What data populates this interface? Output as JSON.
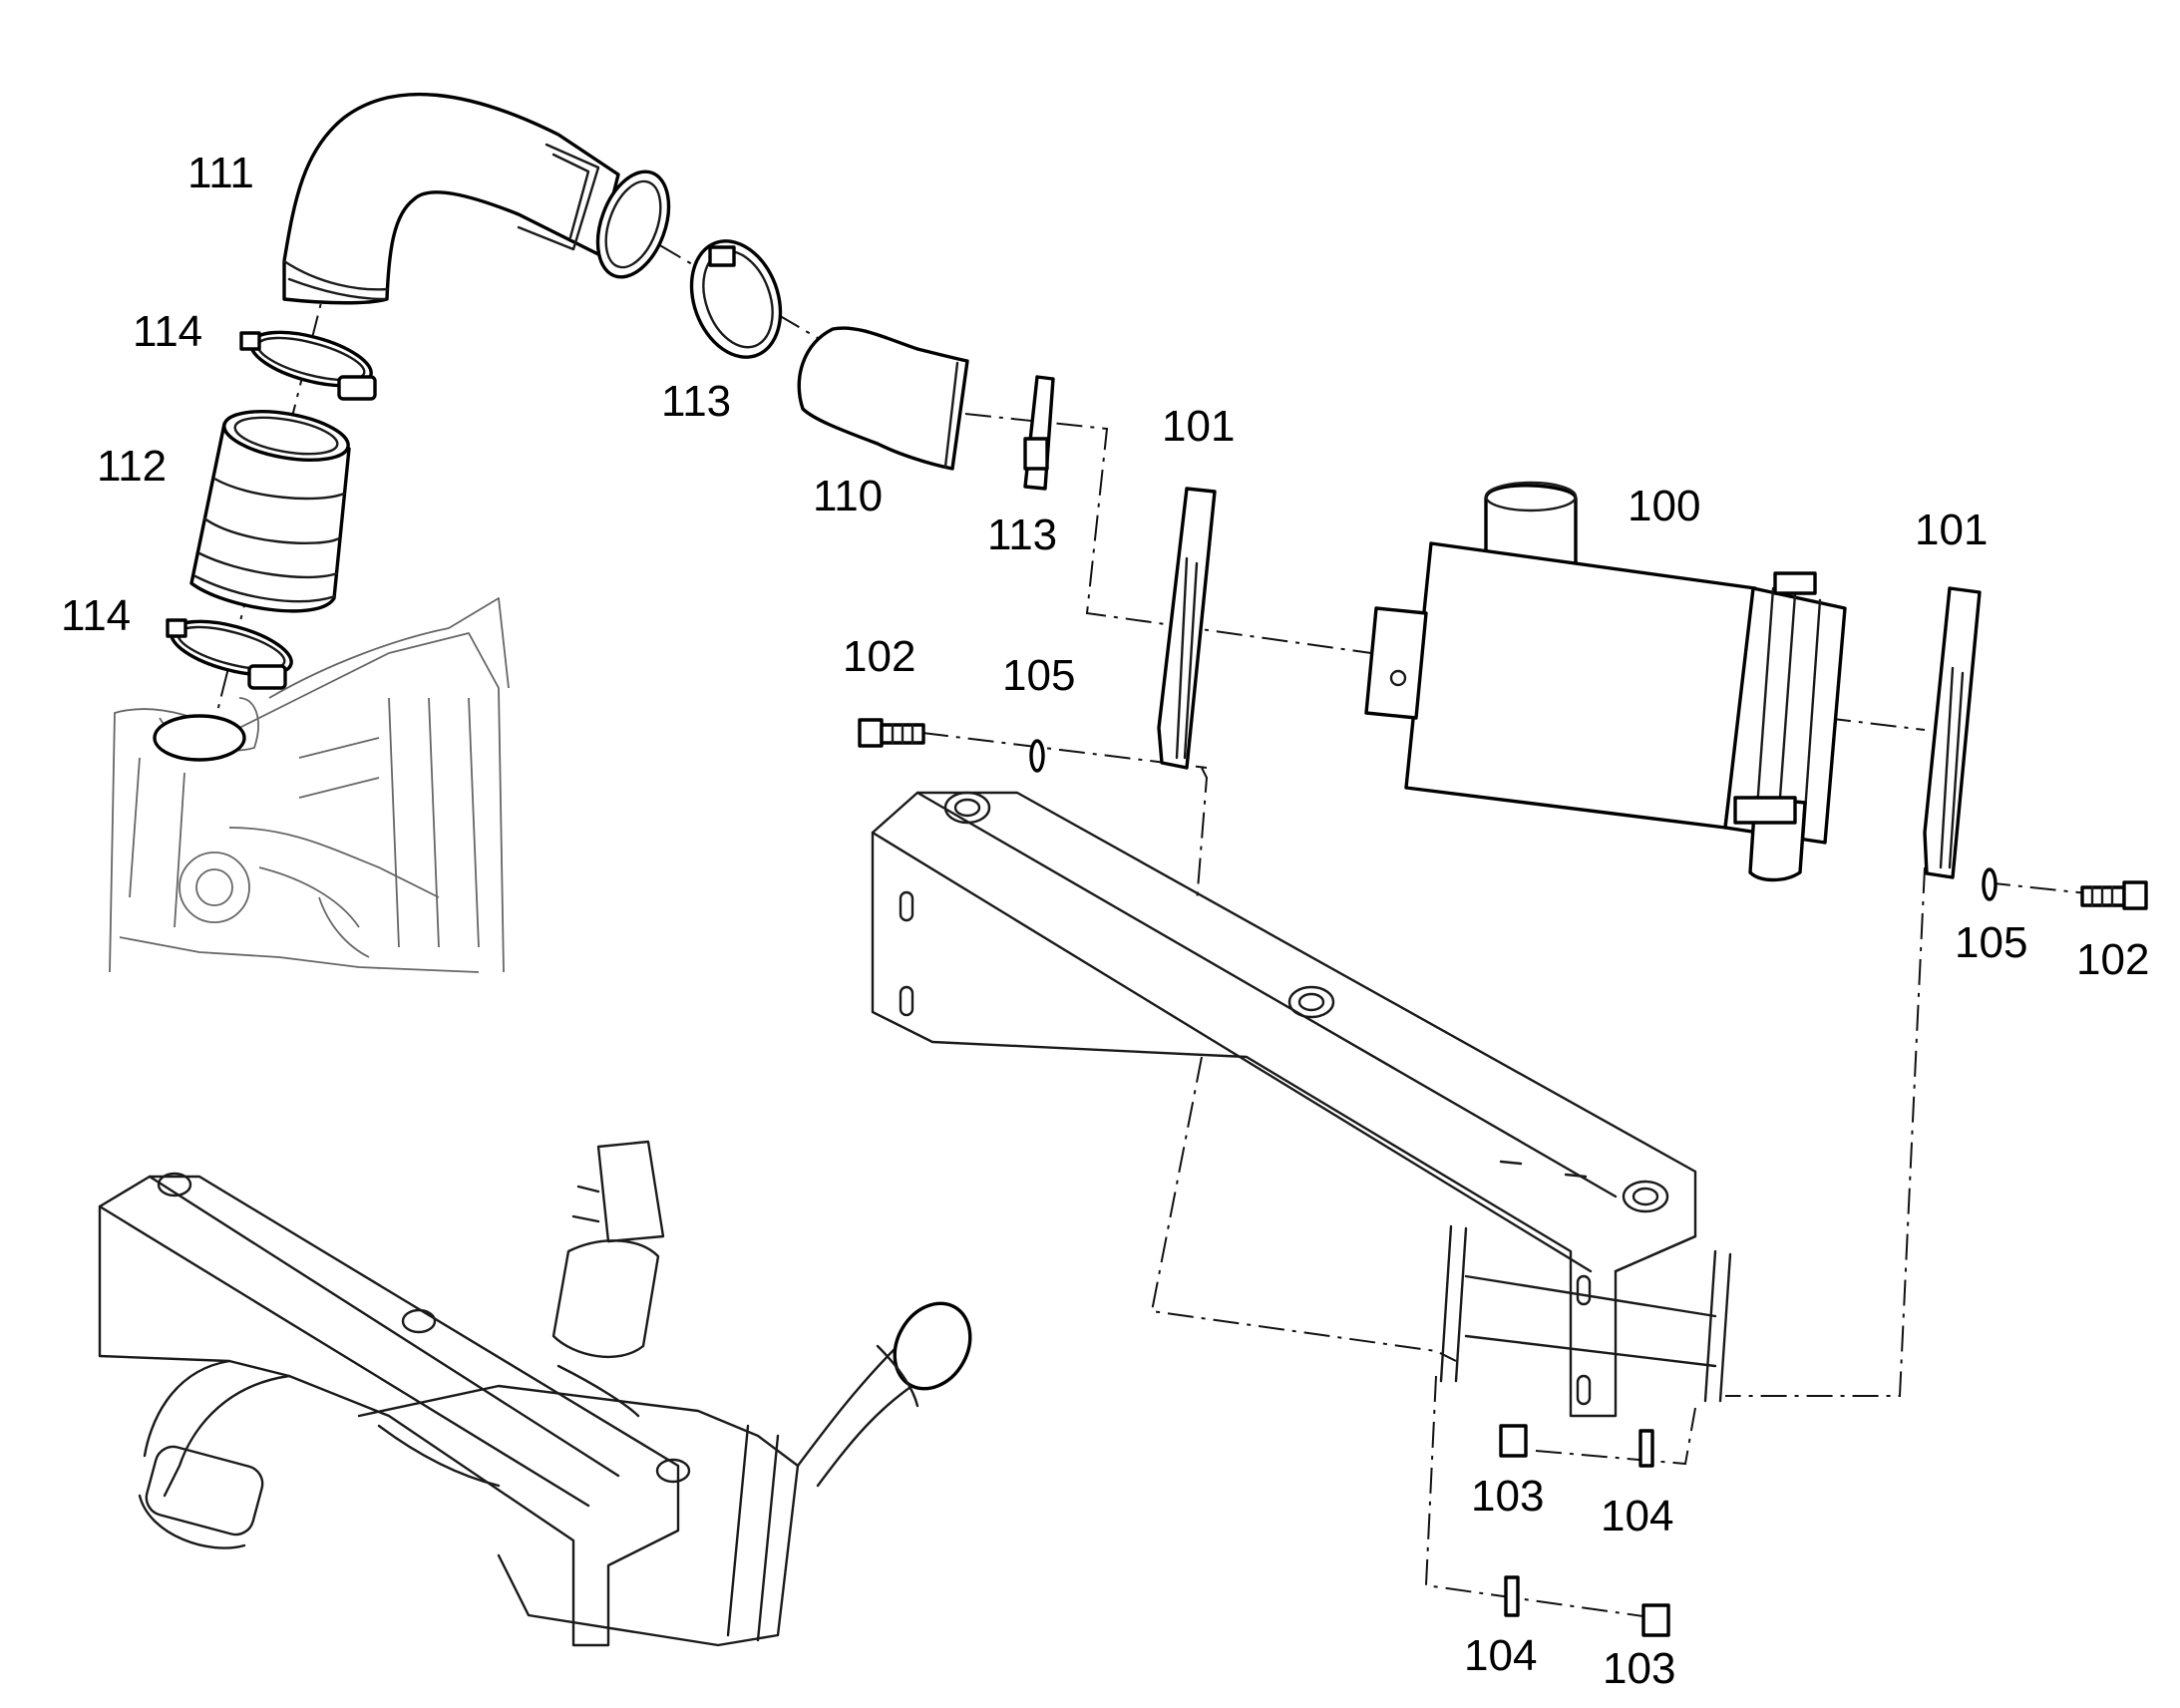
{
  "callouts": {
    "c100": "100",
    "c101a": "101",
    "c101b": "101",
    "c102a": "102",
    "c102b": "102",
    "c103a": "103",
    "c103b": "103",
    "c104a": "104",
    "c104b": "104",
    "c105a": "105",
    "c105b": "105",
    "c110": "110",
    "c111": "111",
    "c112": "112",
    "c113a": "113",
    "c113b": "113",
    "c114a": "114",
    "c114b": "114"
  }
}
